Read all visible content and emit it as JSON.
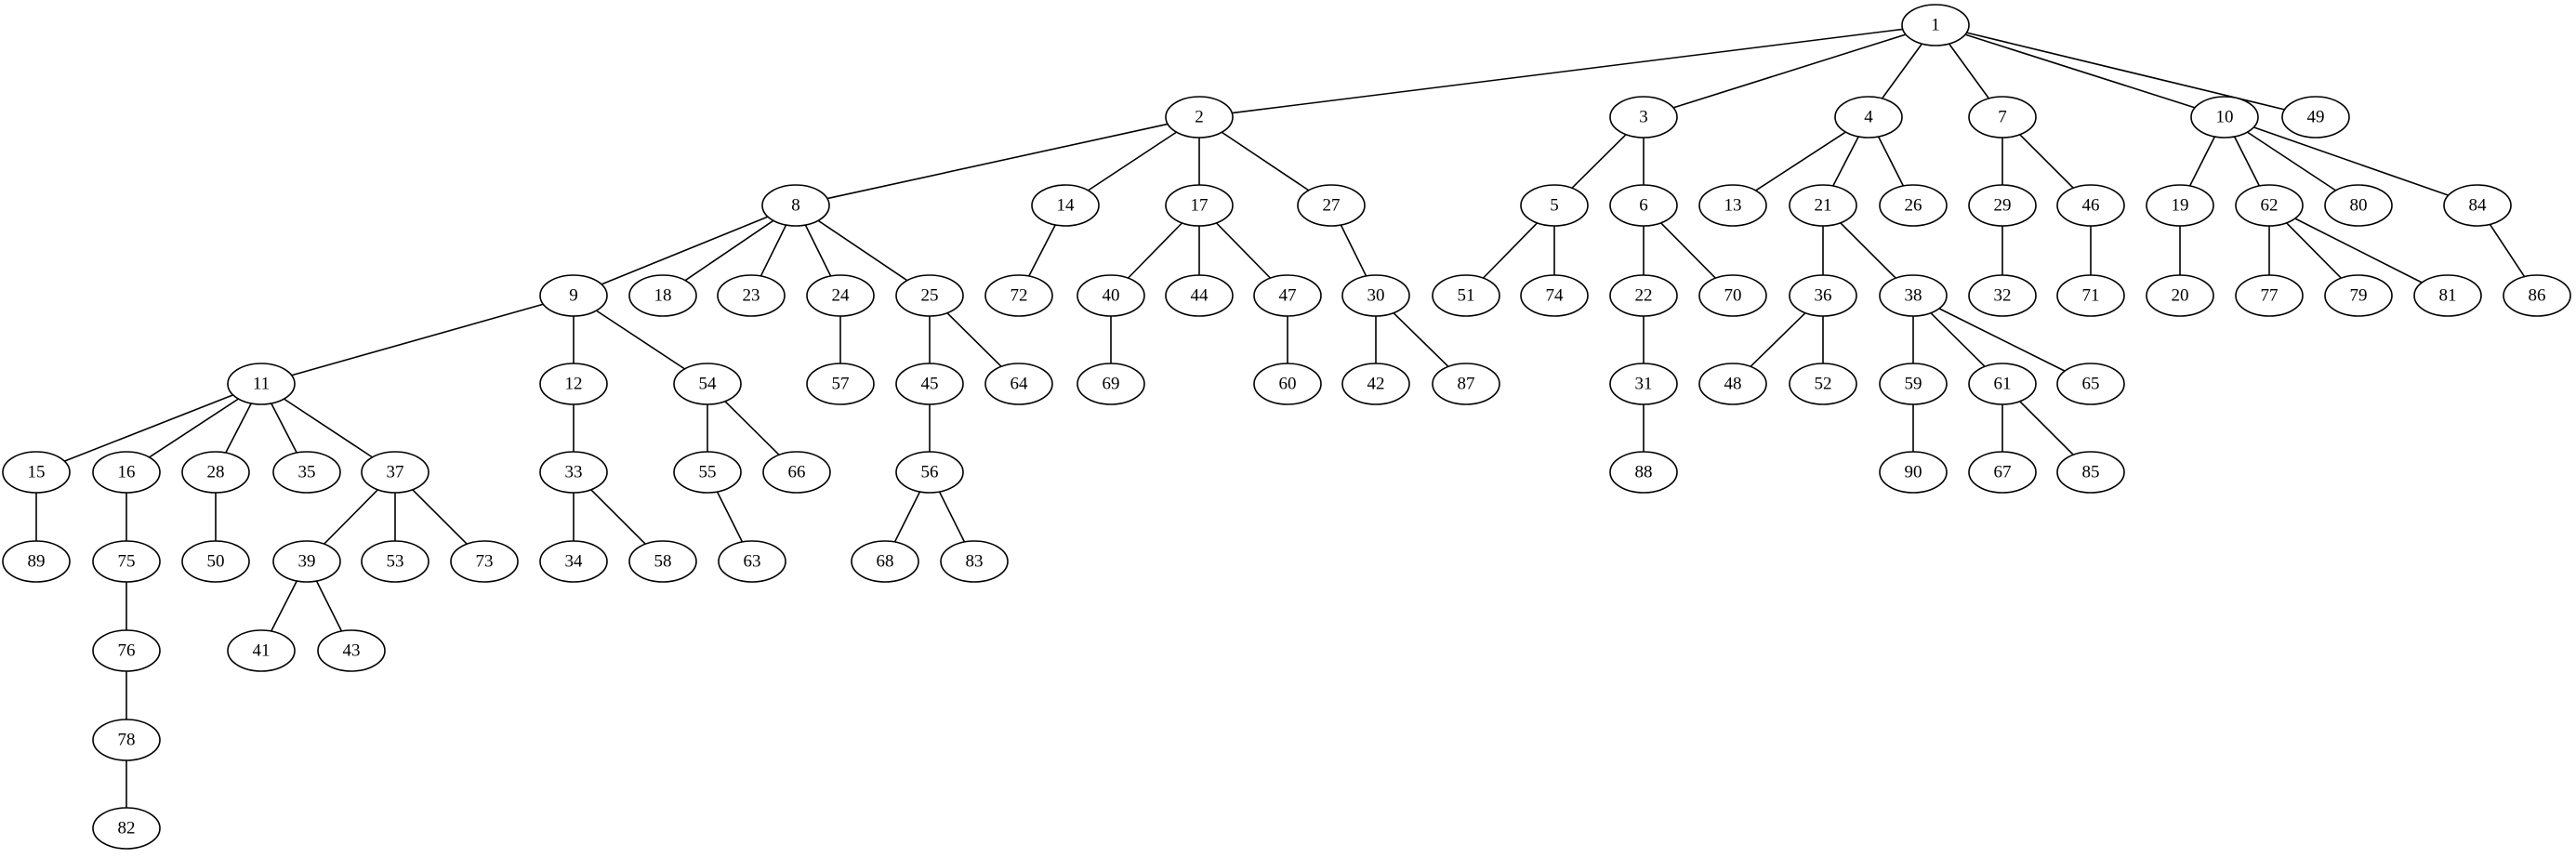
{
  "graph": {
    "type": "tree",
    "root": "1",
    "nodes": [
      "1",
      "2",
      "3",
      "4",
      "5",
      "6",
      "7",
      "8",
      "9",
      "10",
      "11",
      "12",
      "13",
      "14",
      "15",
      "16",
      "17",
      "18",
      "19",
      "20",
      "21",
      "22",
      "23",
      "24",
      "25",
      "26",
      "27",
      "28",
      "29",
      "30",
      "31",
      "32",
      "33",
      "34",
      "35",
      "36",
      "37",
      "38",
      "39",
      "40",
      "41",
      "42",
      "43",
      "44",
      "45",
      "46",
      "47",
      "48",
      "49",
      "50",
      "51",
      "52",
      "53",
      "54",
      "55",
      "56",
      "57",
      "58",
      "59",
      "60",
      "61",
      "62",
      "63",
      "64",
      "65",
      "66",
      "67",
      "68",
      "69",
      "70",
      "71",
      "72",
      "73",
      "74",
      "75",
      "76",
      "77",
      "78",
      "79",
      "80",
      "81",
      "82",
      "83",
      "84",
      "85",
      "86",
      "87",
      "88",
      "89",
      "90"
    ],
    "edges": [
      [
        "1",
        "2"
      ],
      [
        "1",
        "3"
      ],
      [
        "1",
        "4"
      ],
      [
        "1",
        "7"
      ],
      [
        "1",
        "10"
      ],
      [
        "1",
        "49"
      ],
      [
        "2",
        "8"
      ],
      [
        "2",
        "14"
      ],
      [
        "2",
        "17"
      ],
      [
        "2",
        "27"
      ],
      [
        "3",
        "5"
      ],
      [
        "3",
        "6"
      ],
      [
        "4",
        "13"
      ],
      [
        "4",
        "21"
      ],
      [
        "4",
        "26"
      ],
      [
        "7",
        "29"
      ],
      [
        "7",
        "46"
      ],
      [
        "10",
        "19"
      ],
      [
        "10",
        "62"
      ],
      [
        "10",
        "80"
      ],
      [
        "10",
        "84"
      ],
      [
        "8",
        "9"
      ],
      [
        "8",
        "18"
      ],
      [
        "8",
        "23"
      ],
      [
        "8",
        "24"
      ],
      [
        "8",
        "25"
      ],
      [
        "14",
        "72"
      ],
      [
        "17",
        "40"
      ],
      [
        "17",
        "44"
      ],
      [
        "17",
        "47"
      ],
      [
        "27",
        "30"
      ],
      [
        "5",
        "51"
      ],
      [
        "5",
        "74"
      ],
      [
        "6",
        "22"
      ],
      [
        "6",
        "70"
      ],
      [
        "21",
        "36"
      ],
      [
        "21",
        "38"
      ],
      [
        "29",
        "32"
      ],
      [
        "46",
        "71"
      ],
      [
        "19",
        "20"
      ],
      [
        "62",
        "77"
      ],
      [
        "62",
        "79"
      ],
      [
        "62",
        "81"
      ],
      [
        "84",
        "86"
      ],
      [
        "9",
        "11"
      ],
      [
        "9",
        "12"
      ],
      [
        "9",
        "54"
      ],
      [
        "24",
        "57"
      ],
      [
        "25",
        "45"
      ],
      [
        "25",
        "64"
      ],
      [
        "40",
        "69"
      ],
      [
        "47",
        "60"
      ],
      [
        "30",
        "42"
      ],
      [
        "30",
        "87"
      ],
      [
        "22",
        "31"
      ],
      [
        "36",
        "48"
      ],
      [
        "36",
        "52"
      ],
      [
        "38",
        "59"
      ],
      [
        "38",
        "61"
      ],
      [
        "38",
        "65"
      ],
      [
        "11",
        "15"
      ],
      [
        "11",
        "16"
      ],
      [
        "11",
        "28"
      ],
      [
        "11",
        "35"
      ],
      [
        "11",
        "37"
      ],
      [
        "12",
        "33"
      ],
      [
        "54",
        "55"
      ],
      [
        "54",
        "66"
      ],
      [
        "45",
        "56"
      ],
      [
        "31",
        "88"
      ],
      [
        "59",
        "90"
      ],
      [
        "61",
        "67"
      ],
      [
        "61",
        "85"
      ],
      [
        "15",
        "89"
      ],
      [
        "16",
        "75"
      ],
      [
        "28",
        "50"
      ],
      [
        "37",
        "39"
      ],
      [
        "37",
        "53"
      ],
      [
        "37",
        "73"
      ],
      [
        "33",
        "34"
      ],
      [
        "33",
        "58"
      ],
      [
        "55",
        "63"
      ],
      [
        "56",
        "68"
      ],
      [
        "56",
        "83"
      ],
      [
        "75",
        "76"
      ],
      [
        "39",
        "41"
      ],
      [
        "39",
        "43"
      ],
      [
        "76",
        "78"
      ],
      [
        "78",
        "82"
      ]
    ]
  }
}
